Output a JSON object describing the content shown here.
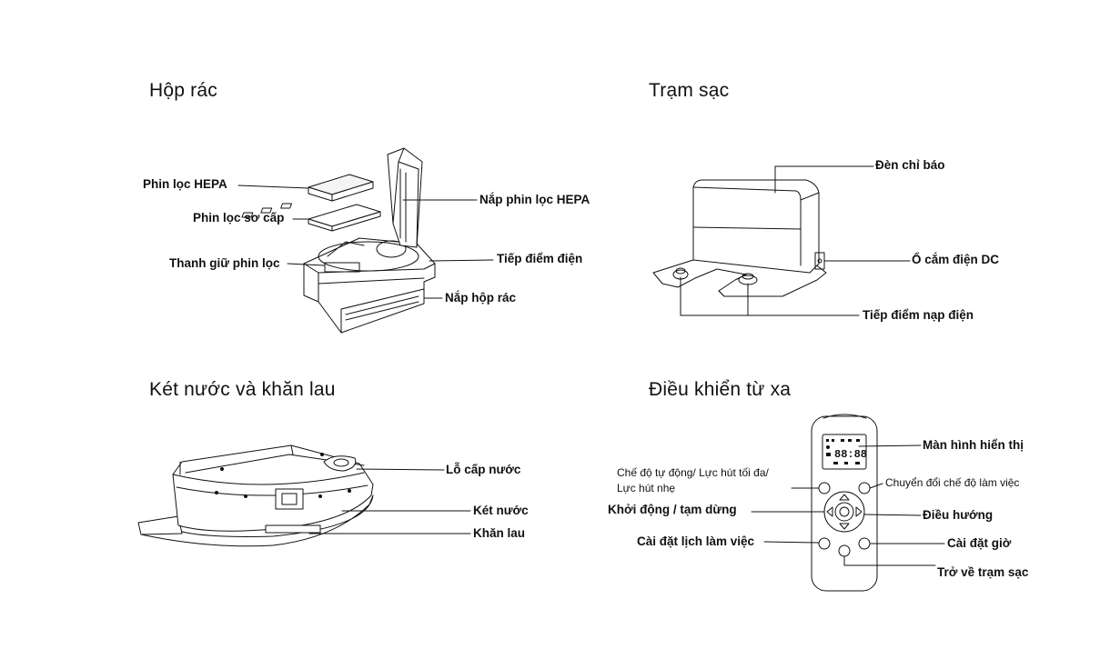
{
  "sections": {
    "dustbin": {
      "title": "Hộp rác",
      "labels": {
        "hepa_filter": "Phin lọc HEPA",
        "primary_filter": "Phin lọc sơ cấp",
        "filter_holder": "Thanh giữ phin lọc",
        "hepa_cover": "Nắp phin lọc HEPA",
        "electrical_contact": "Tiếp điểm điện",
        "bin_cover": "Nắp hộp rác"
      }
    },
    "charging_station": {
      "title": "Trạm sạc",
      "labels": {
        "indicator_light": "Đèn chỉ báo",
        "dc_socket": "Ổ cắm điện DC",
        "charging_contacts": "Tiếp điểm nạp điện"
      }
    },
    "water_tank": {
      "title": "Két nước và khăn lau",
      "labels": {
        "water_inlet": "Lỗ cấp nước",
        "tank": "Két nước",
        "mop": "Khăn lau"
      }
    },
    "remote": {
      "title": "Điều khiển từ xa",
      "labels": {
        "display": "Màn hình hiển thị",
        "suction_mode_line1": "Chế độ tự động/ Lực hút tối đa/",
        "suction_mode_line2": "Lực hút nhẹ",
        "switch_mode": "Chuyển đổi chế độ làm việc",
        "start_pause": "Khởi động / tạm dừng",
        "navigation": "Điều hướng",
        "schedule": "Cài đặt lịch làm việc",
        "set_clock": "Cài đặt giờ",
        "return_dock": "Trở về trạm sạc"
      },
      "screen_digits": "88:88"
    }
  }
}
